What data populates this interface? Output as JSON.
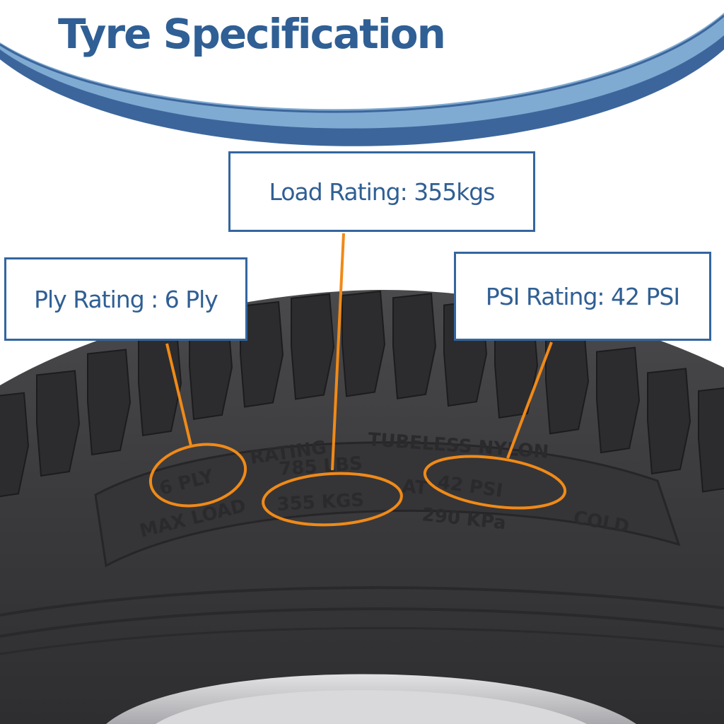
{
  "title": "Tyre Specification",
  "callouts": {
    "load": "Load Rating: 355kgs",
    "ply": "Ply Rating : 6 Ply",
    "psi": "PSI Rating: 42 PSI"
  },
  "sidewall_text": {
    "ply": "6 PLY",
    "rating": "RATING",
    "tubeless": "TUBELESS NYLON",
    "lbs": "785 LBS",
    "kgs": "355 KGS",
    "at": "AT",
    "psi": "42 PSI",
    "max_load": "MAX LOAD",
    "psi_kpa": "290 KPa",
    "cold": "COLD"
  },
  "colors": {
    "heading": "#2f5f94",
    "arc_dark": "#3c669b",
    "arc_light": "#7faad2",
    "callout_border": "#33669f",
    "leader": "#f08a18",
    "tyre": "#3b3b3d",
    "tread": "#2c2c2e",
    "rim": "#c9c9cc"
  }
}
